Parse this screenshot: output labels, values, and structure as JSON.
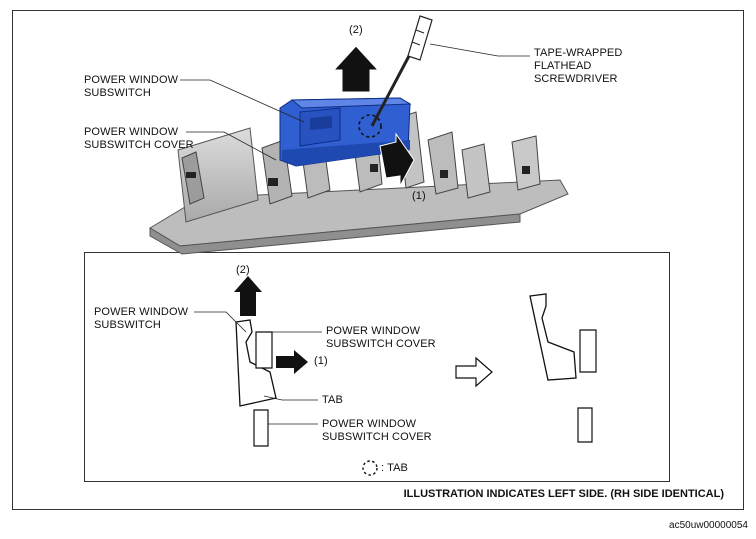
{
  "top_view": {
    "step2": "(2)",
    "step1": "(1)",
    "subswitch_label": "POWER WINDOW\nSUBSWITCH",
    "cover_label": "POWER WINDOW\nSUBSWITCH COVER",
    "screwdriver_label": "TAPE-WRAPPED\nFLATHEAD\nSCREWDRIVER"
  },
  "detail_view": {
    "step2": "(2)",
    "step1": "(1)",
    "subswitch_label": "POWER WINDOW\nSUBSWITCH",
    "cover_label_top": "POWER WINDOW\nSUBSWITCH COVER",
    "tab_label": "TAB",
    "cover_label_bottom": "POWER WINDOW\nSUBSWITCH COVER",
    "legend": ": TAB"
  },
  "caption": "ILLUSTRATION INDICATES LEFT SIDE. (RH SIDE IDENTICAL)",
  "reference": "ac50uw00000054",
  "colors": {
    "switch_blue": "#2f5fd0",
    "cover_gray": "#c9c9c9",
    "line": "#222222"
  }
}
